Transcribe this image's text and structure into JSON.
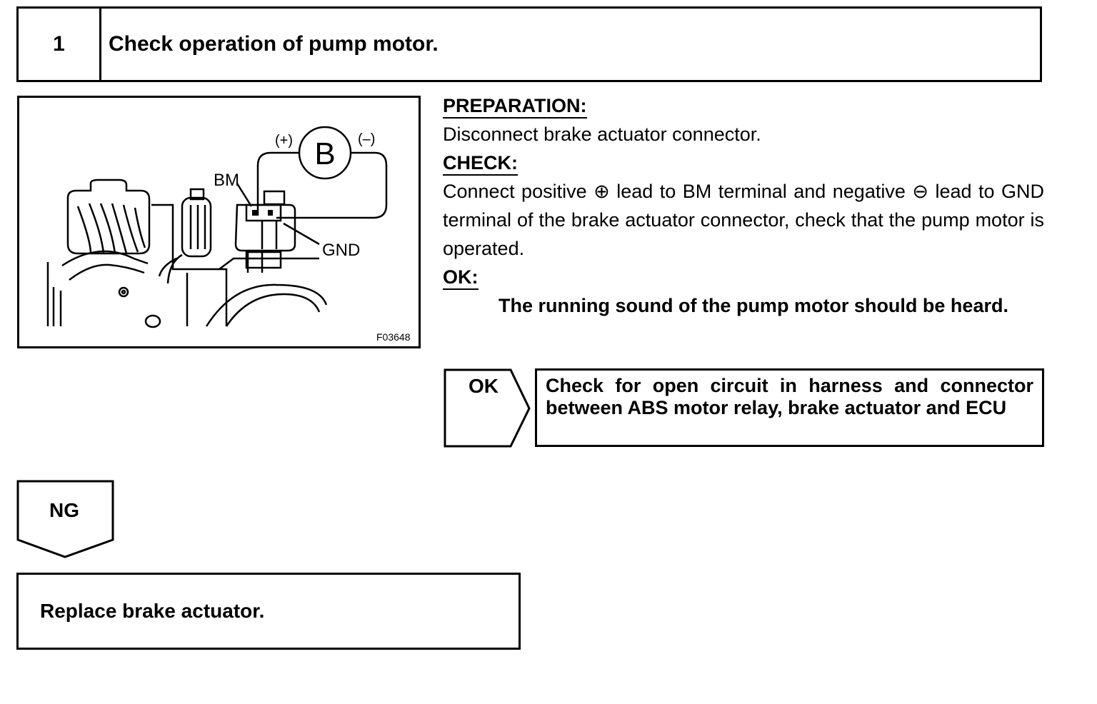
{
  "step": {
    "number": "1",
    "title": "Check operation of pump motor."
  },
  "figure": {
    "battery_label": "B",
    "positive_label": "(+)",
    "negative_label": "(–)",
    "bm_label": "BM",
    "gnd_label": "GND",
    "figure_code": "F03648"
  },
  "preparation": {
    "heading": "PREPARATION:",
    "text": "Disconnect brake actuator connector."
  },
  "check": {
    "heading": "CHECK:",
    "text": "Connect positive ⊕ lead to BM terminal and negative ⊖ lead to GND terminal of the brake actuator connector, check that the pump motor is operated."
  },
  "ok": {
    "heading": "OK:",
    "text": "The running sound of the pump motor should be heard."
  },
  "ok_branch": {
    "label": "OK",
    "text": "Check for open circuit in harness and connector between ABS motor relay, brake actuator and ECU"
  },
  "ng_branch": {
    "label": "NG",
    "text": "Replace brake actuator."
  }
}
